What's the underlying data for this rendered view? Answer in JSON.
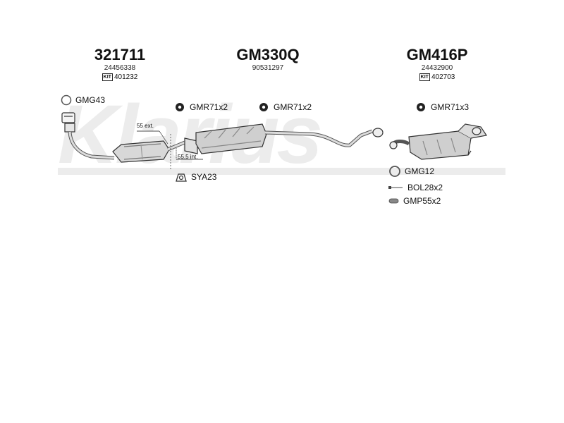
{
  "watermark": "Klarius",
  "groups": [
    {
      "part_no": "321711",
      "oe_no": "24456338",
      "kit_no": "401232"
    },
    {
      "part_no": "GM330Q",
      "oe_no": "90531297",
      "kit_no": ""
    },
    {
      "part_no": "GM416P",
      "oe_no": "24432900",
      "kit_no": "402703"
    }
  ],
  "kit_badge": "KIT",
  "parts": {
    "gmg43": "GMG43",
    "gmr71_a": "GMR71x2",
    "gmr71_b": "GMR71x2",
    "gmr71_c": "GMR71x3",
    "sya23": "SYA23",
    "gmg12": "GMG12",
    "bol28": "BOL28x2",
    "gmp55": "GMP55x2"
  },
  "dimensions": {
    "ext": "55 ext.",
    "int": "55.5 int."
  },
  "icons": {
    "gasket": "ring-gasket-icon",
    "rubber_mount": "rubber-mount-icon",
    "bracket": "mounting-bracket-icon",
    "bolt": "bolt-icon",
    "clamp": "clamp-icon"
  }
}
